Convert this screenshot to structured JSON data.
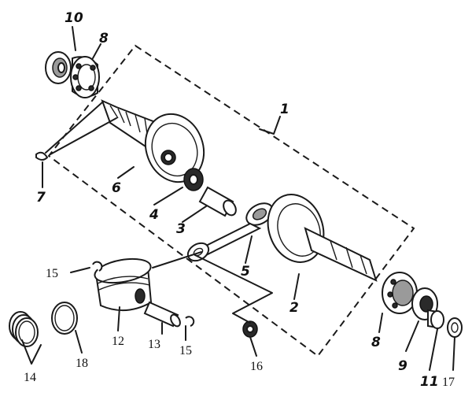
{
  "labels": {
    "p1": "1",
    "p2": "2",
    "p3": "3",
    "p4": "4",
    "p5": "5",
    "p6": "6",
    "p7": "7",
    "p8a": "8",
    "p8b": "8",
    "p9": "9",
    "p10": "10",
    "p11": "11",
    "p12": "12",
    "p13": "13",
    "p14": "14",
    "p15a": "15",
    "p15b": "15",
    "p16": "16",
    "p17": "17",
    "p18": "18"
  }
}
